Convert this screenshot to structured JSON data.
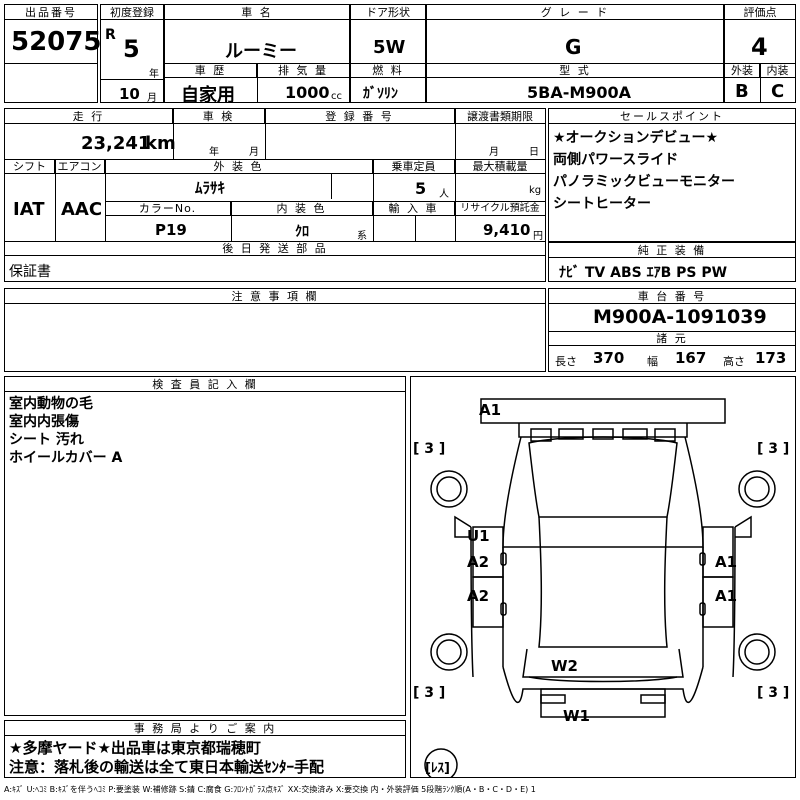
{
  "header": {
    "lot_label": "出品番号",
    "lot_no": "52075",
    "first_reg_label": "初度登録",
    "era": "R",
    "reg_year": "5",
    "year_unit": "年",
    "reg_month": "10",
    "month_unit": "月",
    "car_name_label": "車 名",
    "car_name": "ルーミー",
    "history_label": "車 歴",
    "history": "自家用",
    "displacement_label": "排 気 量",
    "displacement": "1000",
    "cc_unit": "cc",
    "door_label": "ドア形状",
    "door": "5W",
    "fuel_label": "燃 料",
    "fuel": "ｶﾞｿﾘﾝ",
    "grade_label": "グ レ ー ド",
    "grade": "G",
    "model_label": "型 式",
    "model": "5BA-M900A",
    "rating_label": "評価点",
    "rating": "4",
    "exterior_label": "外装",
    "exterior": "B",
    "interior_label": "内装",
    "interior": "C"
  },
  "row2": {
    "mileage_label": "走 行",
    "mileage": "23,241",
    "km_unit": "km",
    "inspection_label": "車 検",
    "insp_year_unit": "年",
    "insp_month_unit": "月",
    "regno_label": "登 録 番 号",
    "transfer_label": "譲渡書類期限",
    "transfer_month_unit": "月",
    "transfer_day_unit": "日",
    "shift_label": "シフト",
    "shift": "IAT",
    "ac_label": "エアコン",
    "ac": "AAC",
    "color_label": "外 装 色",
    "color": "ﾑﾗｻｷ",
    "colorno_label": "カラーNo.",
    "colorno": "P19",
    "intcolor_label": "内 装 色",
    "intcolor": "ｸﾛ",
    "intcolor_suffix": "系",
    "capacity_label": "乗車定員",
    "capacity": "5",
    "capacity_unit": "人",
    "maxload_label": "最大積載量",
    "maxload_unit": "kg",
    "import_label": "輸 入 車",
    "recycle_label": "リサイクル預託金",
    "recycle": "9,410",
    "recycle_unit": "円",
    "later_label": "後 日 発 送 部 品",
    "later": "保証書"
  },
  "sales": {
    "label": "セールスポイント",
    "items": [
      "★オークションデビュー★",
      "両側パワースライド",
      "パノラミックビューモニター",
      "シートヒーター"
    ]
  },
  "equipment": {
    "label": "純 正 装 備",
    "value": "ﾅﾋﾞ TV ABS ｴｱB PS PW"
  },
  "notes": {
    "label": "注 意 事 項 欄"
  },
  "chassis": {
    "label": "車 台 番 号",
    "value": "M900A-1091039",
    "dims_label": "諸 元",
    "length_label": "長さ",
    "length": "370",
    "width_label": "幅",
    "width": "167",
    "height_label": "高さ",
    "height": "173"
  },
  "inspector": {
    "label": "検 査 員 記 入 欄",
    "items": [
      "室内動物の毛",
      "室内内張傷",
      "シート 汚れ",
      "ホイールカバー A"
    ]
  },
  "office": {
    "label": "事 務 局 よ り ご 案 内",
    "line1": "★多摩ヤード★出品車は東京都瑞穂町",
    "line2": "注意：落札後の輸送は全て東日本輸送ｾﾝﾀｰ手配"
  },
  "diagram": {
    "marks": [
      "A1",
      "U1",
      "A2",
      "A2",
      "A1",
      "A1",
      "W2",
      "W1"
    ],
    "tire_left_top": "[ 3 ]",
    "tire_right_top": "[ 3 ]",
    "tire_left_bottom": "[ 3 ]",
    "tire_right_bottom": "[ 3 ]",
    "spare": "[ﾚｽ]"
  },
  "legend": "A:ｷｽﾞ U:ﾍｺﾐ B:ｷｽﾞを伴うﾍｺﾐ P:要塗装 W:補修跡 S:錆 C:腐食 G:ﾌﾛﾝﾄｶﾞﾗｽ点ｷｽﾞ XX:交換済み X:要交換 内・外装評価 5段階ﾗﾝｸ順(A・B・C・D・E) 1"
}
